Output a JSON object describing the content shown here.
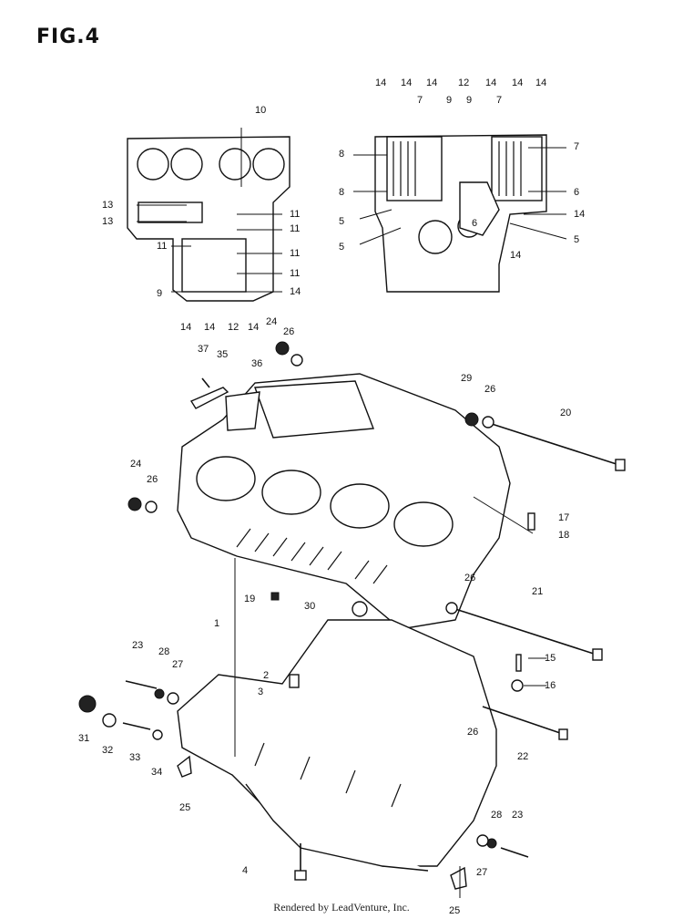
{
  "figure_title": "FIG.4",
  "footer_text": "Rendered by LeadVenture, Inc.",
  "callouts": {
    "top_left_view": [
      "10",
      "13",
      "13",
      "11",
      "11",
      "11",
      "11",
      "9",
      "11",
      "14",
      "14",
      "14",
      "12",
      "14"
    ],
    "top_right_view": [
      "14",
      "14",
      "14",
      "12",
      "14",
      "14",
      "14",
      "7",
      "9",
      "9",
      "7",
      "8",
      "7",
      "8",
      "6",
      "5",
      "14",
      "6",
      "5",
      "14",
      "5"
    ],
    "main_view": [
      "24",
      "26",
      "37",
      "35",
      "36",
      "29",
      "26",
      "20",
      "24",
      "26",
      "17",
      "18",
      "26",
      "21",
      "19",
      "30",
      "1",
      "23",
      "28",
      "27",
      "2",
      "3",
      "15",
      "16",
      "31",
      "32",
      "33",
      "34",
      "26",
      "22",
      "25",
      "4",
      "28",
      "23",
      "27",
      "25"
    ]
  }
}
